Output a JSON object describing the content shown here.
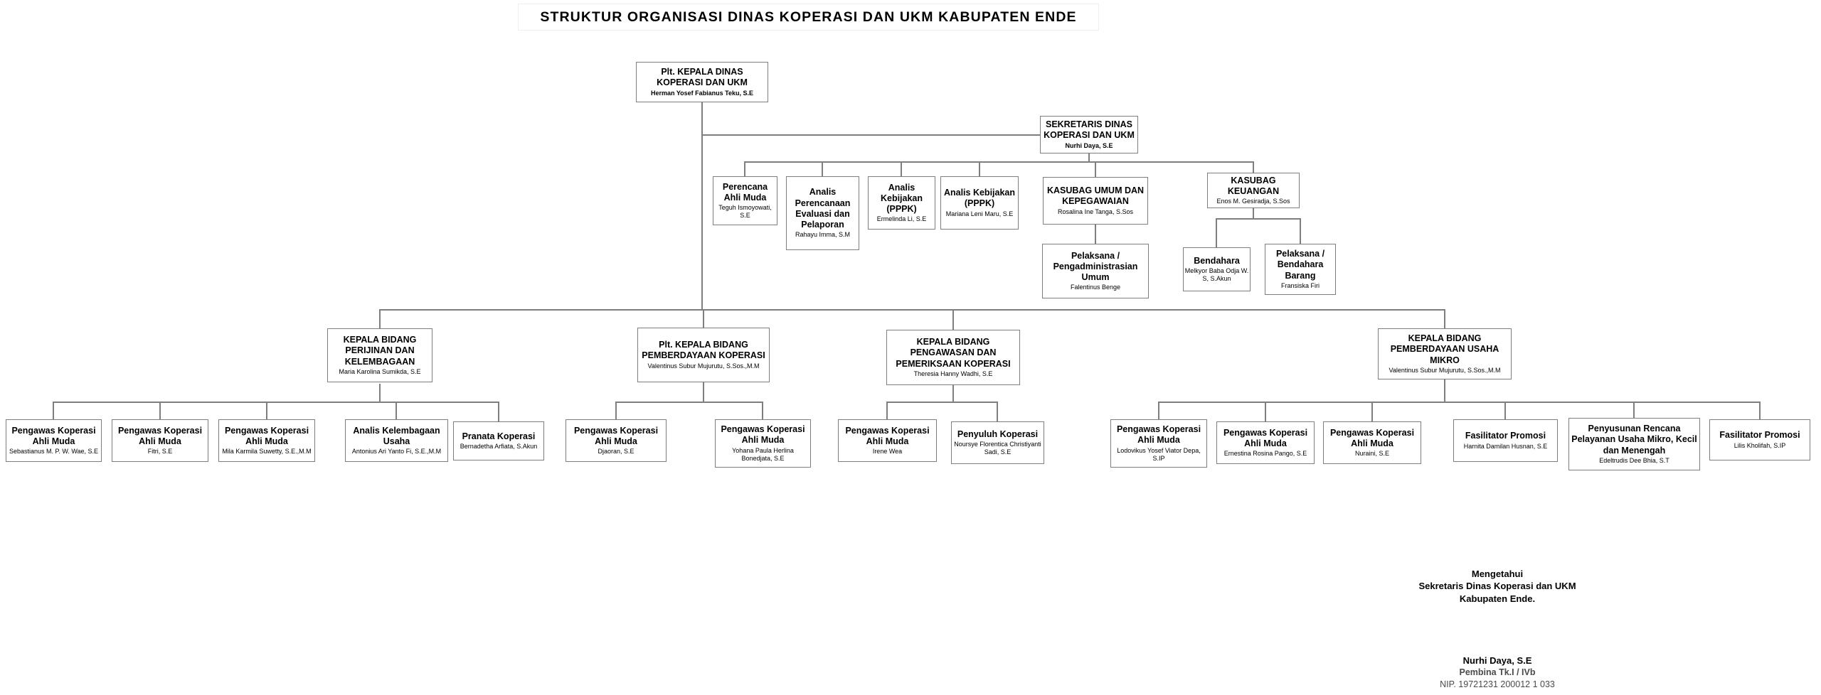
{
  "title": "STRUKTUR ORGANISASI DINAS KOPERASI DAN UKM KABUPATEN ENDE",
  "nodes": {
    "kepala_dinas": {
      "heading": "Plt. KEPALA DINAS KOPERASI DAN UKM",
      "name": "Herman Yosef Fabianus Teku, S.E"
    },
    "sekretaris": {
      "heading": "SEKRETARIS DINAS KOPERASI DAN UKM",
      "name": "Nurhi Daya, S.E"
    },
    "perencana": {
      "heading": "Perencana Ahli Muda",
      "name": "Teguh Ismoyowati, S.E"
    },
    "analis_perencanaan": {
      "heading": "Analis Perencanaan Evaluasi dan Pelaporan",
      "name": "Rahayu Imma, S.M"
    },
    "analis_kebijakan_pppk_1": {
      "heading": "Analis Kebijakan (PPPK)",
      "name": "Ermelinda Li, S.E"
    },
    "analis_kebijakan_pppk_2": {
      "heading": "Analis Kebijakan (PPPK)",
      "name": "Mariana Leni Maru, S.E"
    },
    "kasubag_umum": {
      "heading": "KASUBAG UMUM DAN KEPEGAWAIAN",
      "name": "Rosalina Ine Tanga, S.Sos"
    },
    "kasubag_keuangan": {
      "heading": "KASUBAG KEUANGAN",
      "name": "Enos M. Gesiradja, S.Sos"
    },
    "pelaksana_umum": {
      "heading": "Pelaksana / Pengadministrasian Umum",
      "name": "Falentinus Benge"
    },
    "bendahara": {
      "heading": "Bendahara",
      "name": "Melkyor Baba Odja W. S, S.Akun"
    },
    "bendahara_barang": {
      "heading": "Pelaksana / Bendahara Barang",
      "name": "Fransiska Firi"
    },
    "bidang_perijinan": {
      "heading": "KEPALA BIDANG PERIJINAN DAN KELEMBAGAAN",
      "name": "Maria Karolina Sumikda, S.E"
    },
    "bidang_pemberdayaan_koperasi": {
      "heading": "Plt. KEPALA BIDANG PEMBERDAYAAN KOPERASI",
      "name": "Valentinus Subur Mujurutu, S.Sos.,M.M"
    },
    "bidang_pengawasan": {
      "heading": "KEPALA BIDANG PENGAWASAN DAN PEMERIKSAAN KOPERASI",
      "name": "Theresia Hanny Wadhi, S.E"
    },
    "bidang_usaha_mikro": {
      "heading": "KEPALA BIDANG PEMBERDAYAAN USAHA MIKRO",
      "name": "Valentinus Subur Mujurutu, S.Sos.,M.M"
    },
    "pengawas_1": {
      "heading": "Pengawas Koperasi Ahli Muda",
      "name": "Sebastianus M. P. W. Wae, S.E"
    },
    "pengawas_2": {
      "heading": "Pengawas Koperasi Ahli Muda",
      "name": "Fitri, S.E"
    },
    "pengawas_3": {
      "heading": "Pengawas Koperasi Ahli Muda",
      "name": "Mila Karmila Suwetty, S.E.,M.M"
    },
    "analis_kelembagaan": {
      "heading": "Analis Kelembagaan Usaha",
      "name": "Antonius Ari Yanto Fi, S.E.,M.M"
    },
    "pranata": {
      "heading": "Pranata Koperasi",
      "name": "Bernadetha Arfiata, S.Akun"
    },
    "pengawas_4": {
      "heading": "Pengawas Koperasi Ahli Muda",
      "name": "Djaoran, S.E"
    },
    "pengawas_5": {
      "heading": "Pengawas Koperasi Ahli Muda",
      "name": "Yohana Paula Herlina Bonedjata, S.E"
    },
    "pengawas_6": {
      "heading": "Pengawas Koperasi Ahli Muda",
      "name": "Irene Wea"
    },
    "penyuluh": {
      "heading": "Penyuluh Koperasi",
      "name": "Noursye Florentica Christiyanti Sadi, S.E"
    },
    "pengawas_7": {
      "heading": "Pengawas Koperasi Ahli Muda",
      "name": "Lodovikus Yosef Viator Depa, S.IP"
    },
    "pengawas_8": {
      "heading": "Pengawas Koperasi Ahli Muda",
      "name": "Ernestina Rosina Pango, S.E"
    },
    "pengawas_9": {
      "heading": "Pengawas Koperasi Ahli Muda",
      "name": "Nuraini, S.E"
    },
    "fasilitator_promosi_1": {
      "heading": "Fasilitator Promosi",
      "name": "Harnita Damilan Husnan, S.E"
    },
    "penyusunan_rencana": {
      "heading": "Penyusunan Rencana Pelayanan Usaha Mikro, Kecil dan Menengah",
      "name": "Edeltrudis Dee Bhia, S.T"
    },
    "fasilitator_promosi_2": {
      "heading": "Fasilitator Promosi",
      "name": "Lilis Kholifah, S.IP"
    }
  },
  "signature": {
    "line1": "Mengetahui",
    "line2": "Sekretaris Dinas Koperasi dan UKM",
    "line3": "Kabupaten Ende.",
    "name": "Nurhi Daya, S.E",
    "rank": "Pembina Tk.I / IVb",
    "nip": "NIP. 19721231 200012 1 033"
  }
}
